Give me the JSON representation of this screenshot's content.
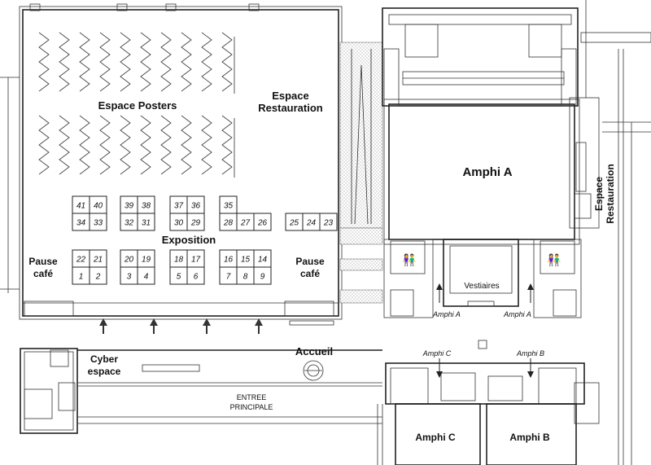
{
  "areas": {
    "espace_posters": "Espace Posters",
    "espace_restauration_1": "Espace",
    "espace_restauration_2": "Restauration",
    "amphi_a": "Amphi A",
    "espace_restauration_side_1": "Espace",
    "espace_restauration_side_2": "Restauration",
    "exposition": "Exposition",
    "pause_cafe_left_1": "Pause",
    "pause_cafe_left_2": "café",
    "pause_cafe_right_1": "Pause",
    "pause_cafe_right_2": "café",
    "vestiaires": "Vestiaires",
    "amphi_a_entry_left": "Amphi A",
    "amphi_a_entry_right": "Amphi A",
    "cyber_1": "Cyber",
    "cyber_2": "espace",
    "accueil": "Accueil",
    "entree_1": "ENTREE",
    "entree_2": "PRINCIPALE",
    "amphi_c_entry": "Amphi C",
    "amphi_b_entry": "Amphi B",
    "amphi_c": "Amphi C",
    "amphi_b": "Amphi B"
  },
  "booths": [
    "1",
    "2",
    "3",
    "4",
    "5",
    "6",
    "7",
    "8",
    "9",
    "14",
    "15",
    "16",
    "17",
    "18",
    "19",
    "20",
    "21",
    "22",
    "23",
    "24",
    "25",
    "26",
    "27",
    "28",
    "29",
    "30",
    "31",
    "32",
    "33",
    "34",
    "35",
    "36",
    "37",
    "38",
    "39",
    "40",
    "41"
  ]
}
